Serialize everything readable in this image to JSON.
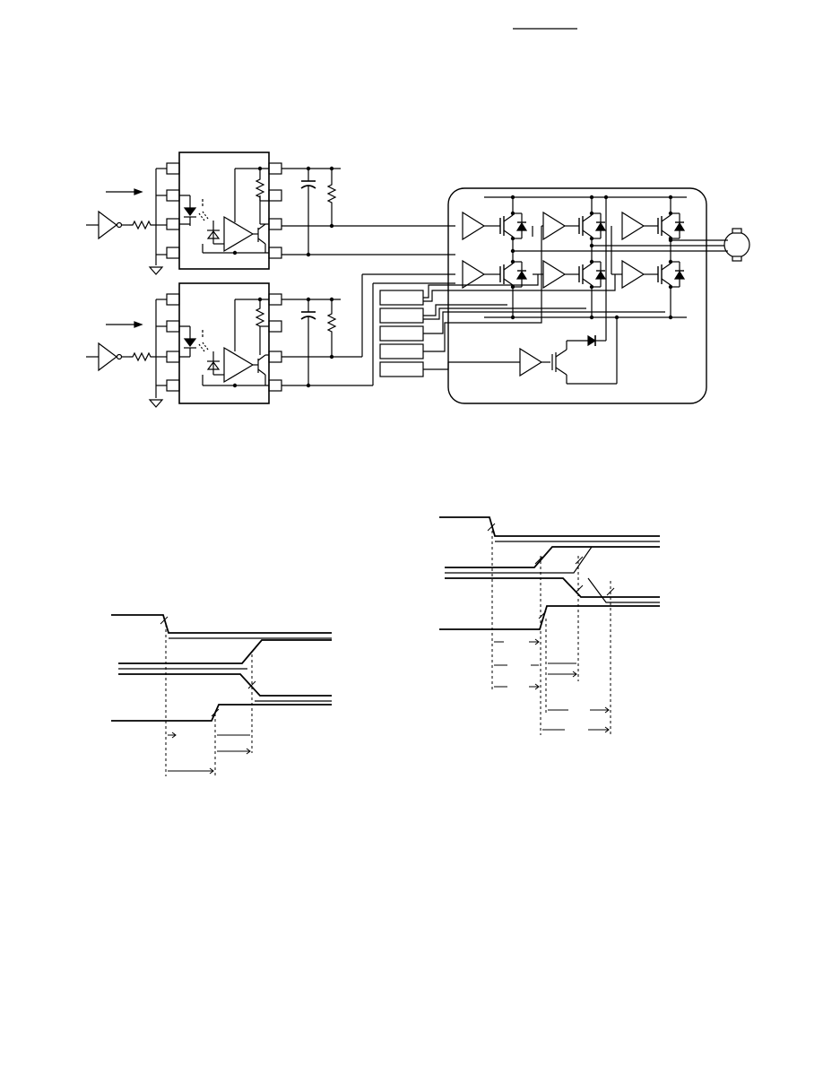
{
  "page": {
    "background": "#ffffff",
    "ink": "#000000"
  },
  "header": {
    "overline_present": true
  },
  "schematic": {
    "optocouplers": [
      {
        "name": "optocoupler-upper",
        "pins": 8
      },
      {
        "name": "optocoupler-lower",
        "pins": 8
      }
    ],
    "power_module": {
      "name": "intelligent-power-module",
      "igbt_drivers_per_row": 3,
      "rows": 2,
      "protection_blocks": 5,
      "brake_stage": 1
    },
    "load": {
      "name": "motor",
      "symbol": "motor-icon"
    }
  },
  "timing_diagrams": [
    {
      "name": "timing-diagram-left",
      "waveforms": 4,
      "interval_markers": 3
    },
    {
      "name": "timing-diagram-right",
      "waveforms": 4,
      "interval_markers": 5
    }
  ]
}
